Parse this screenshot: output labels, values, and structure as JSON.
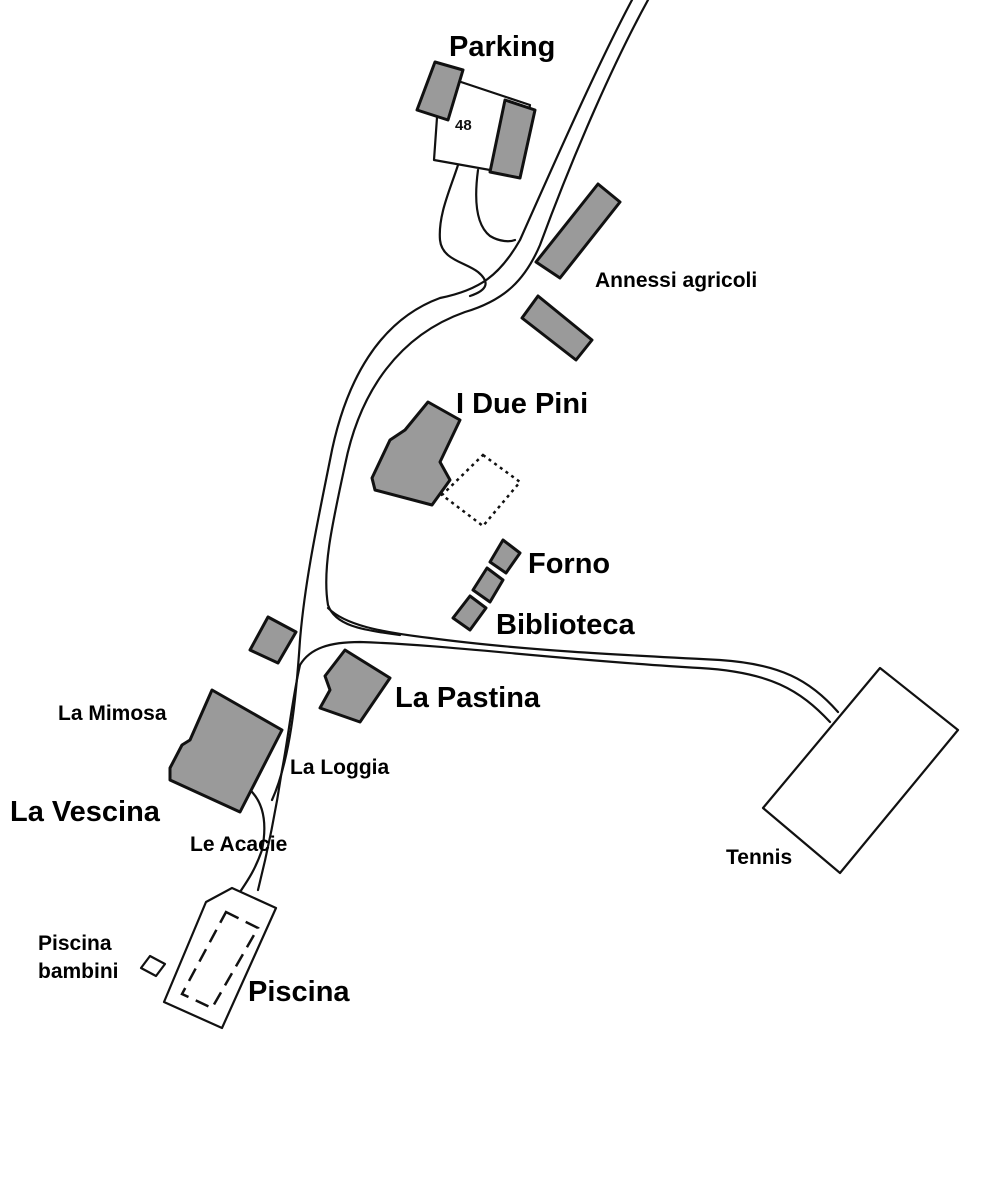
{
  "colors": {
    "building_fill": "#9a9a9a",
    "line": "#111111",
    "background": "#ffffff"
  },
  "map": {
    "parking": {
      "label": "Parking",
      "number": "48"
    },
    "annessi": {
      "label": "Annessi agricoli"
    },
    "due_pini": {
      "label": "I Due Pini"
    },
    "forno": {
      "label": "Forno"
    },
    "biblioteca": {
      "label": "Biblioteca"
    },
    "la_pastina": {
      "label": "La Pastina"
    },
    "la_mimosa": {
      "label": "La Mimosa"
    },
    "la_loggia": {
      "label": "La Loggia"
    },
    "la_vescina": {
      "label": "La Vescina"
    },
    "le_acacie": {
      "label": "Le Acacie"
    },
    "tennis": {
      "label": "Tennis"
    },
    "piscina": {
      "label": "Piscina"
    },
    "piscina_bambini": {
      "label_line1": "Piscina",
      "label_line2": "bambini"
    }
  }
}
